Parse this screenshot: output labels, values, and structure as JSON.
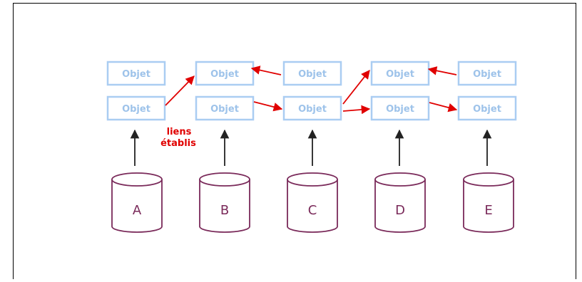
{
  "object_label": "Objet",
  "annotation": [
    "liens",
    "établis"
  ],
  "databases": [
    {
      "label": "A"
    },
    {
      "label": "B"
    },
    {
      "label": "C"
    },
    {
      "label": "D"
    },
    {
      "label": "E"
    }
  ],
  "colors": {
    "object_border": "#aacdf2",
    "object_text": "#9ec3ea",
    "link_arrow": "#e00000",
    "db_stroke": "#7a2a5a",
    "up_arrow": "#222222"
  }
}
